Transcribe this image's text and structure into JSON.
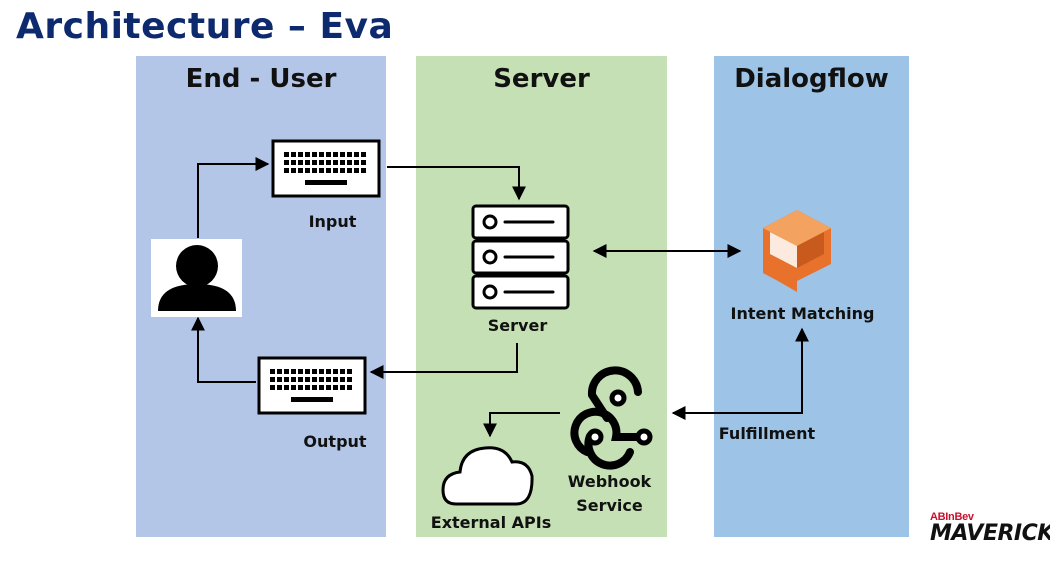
{
  "title": "Architecture – Eva",
  "panels": {
    "end_user": "End - User",
    "server": "Server",
    "dialogflow": "Dialogflow"
  },
  "labels": {
    "input": "Input",
    "output": "Output",
    "server": "Server",
    "intent_matching": "Intent Matching",
    "fulfillment": "Fulfillment",
    "webhook_line1": "Webhook",
    "webhook_line2": "Service",
    "external_apis": "External APIs"
  },
  "logo": {
    "top": "ABInBev",
    "main": "MAVERICK"
  },
  "colors": {
    "title": "#0d2a6e",
    "end_user_panel": "#b3c6e7",
    "server_panel": "#c5e0b4",
    "dialogflow_panel": "#9dc3e6",
    "dialogflow_icon": "#e8712b",
    "logo_accent": "#c8102e"
  },
  "icons": [
    "user-icon",
    "keyboard-icon",
    "server-rack-icon",
    "dialogflow-icon",
    "webhook-icon",
    "cloud-icon"
  ]
}
